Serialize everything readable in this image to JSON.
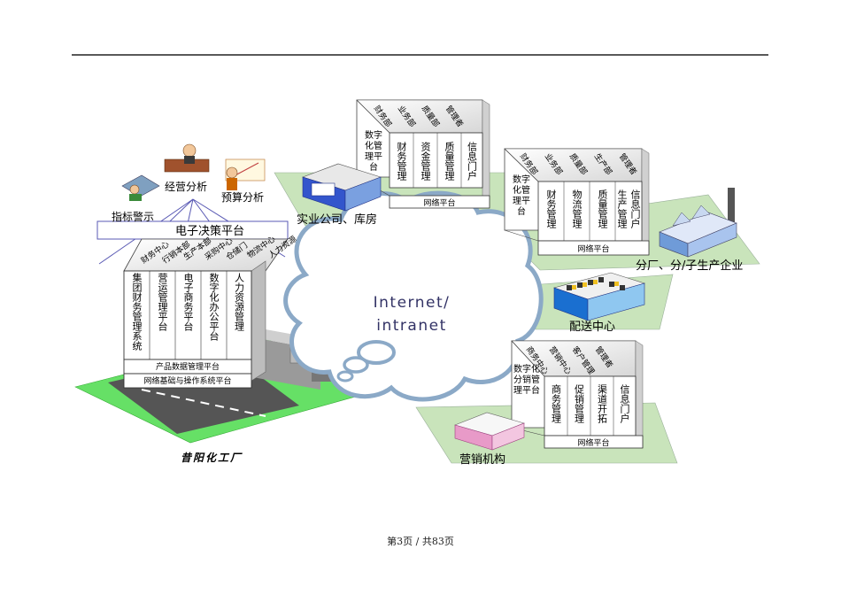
{
  "page": {
    "footer": "第3页 / 共83页"
  },
  "factory": {
    "caption": "昔阳化工厂",
    "platform_title": "电子决策平台",
    "top_roles": [
      "经营分析",
      "预算分析",
      "指标警示"
    ],
    "roof_headers": [
      "财务中心",
      "行销本部",
      "生产本部",
      "采购中心",
      "仓储门",
      "物流中心",
      "人力资源"
    ],
    "columns": [
      "集团财务管理系统",
      "营运管理平台",
      "电子商务平台",
      "数字化办公平台",
      "人力资源管理"
    ],
    "bar1": "产品数据管理平台",
    "bar2": "网络基础与操作系统平台"
  },
  "cloud": {
    "line1": "Internet/",
    "line2": "intranet"
  },
  "subsidiary": {
    "label": "实业公司、库房",
    "first": "数字化管理平台",
    "headers": [
      "财务部",
      "业务部",
      "质量部",
      "管理者"
    ],
    "columns": [
      "财务管理",
      "资金管理",
      "质量管理",
      "信息门户"
    ],
    "bar": "网络平台"
  },
  "branch": {
    "label": "分厂、分/子生产企业",
    "first": "数字化管理平台",
    "headers": [
      "财务部",
      "业务部",
      "质量部",
      "生产部",
      "管理者"
    ],
    "columns": [
      "财务管理",
      "物流管理",
      "质量管理",
      "生产管理",
      "信息门户"
    ],
    "bar": "网络平台"
  },
  "distribution": {
    "label": "配送中心"
  },
  "sales": {
    "label": "营销机构",
    "first": "数字化分销管理平台",
    "headers": [
      "商务中心",
      "营销中心",
      "客户管理",
      "管理者"
    ],
    "columns": [
      "商务管理",
      "促销管理",
      "渠道开拓",
      "信息门户"
    ],
    "bar": "网络平台"
  },
  "colors": {
    "ground": "#c9e4bb",
    "cloud_stroke": "#8ba9c7",
    "lawn": "#66e066",
    "roof_line": "#5a5ab4"
  }
}
